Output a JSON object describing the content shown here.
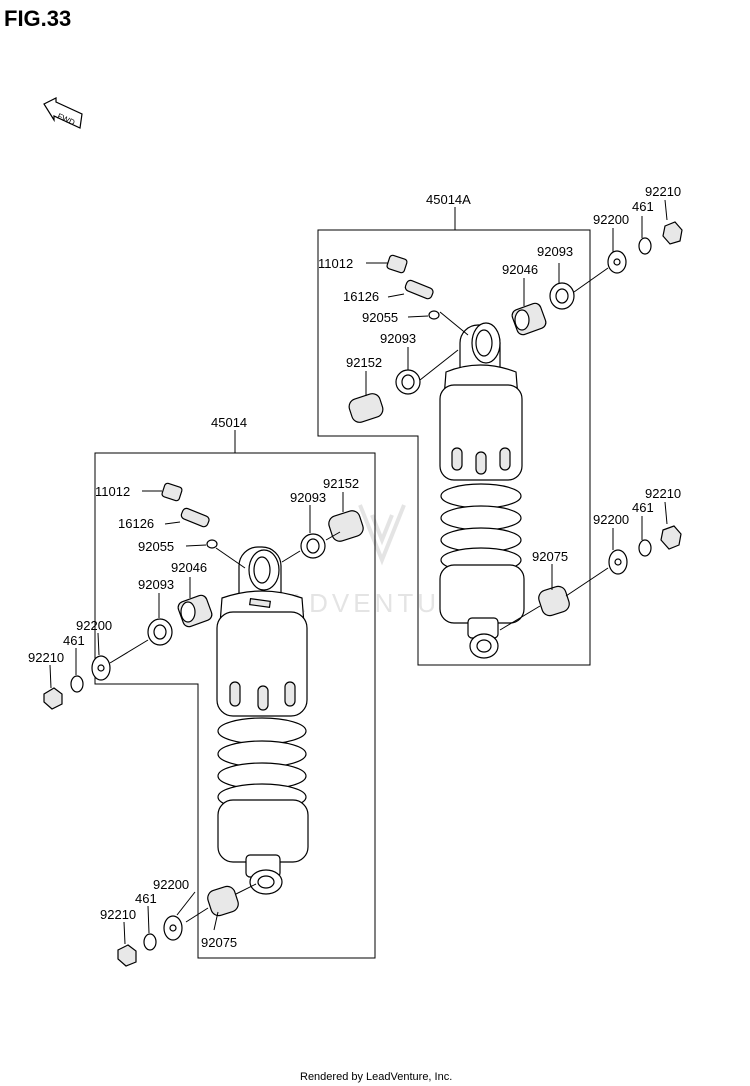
{
  "figure": {
    "title": "FIG.33",
    "footer": "Rendered by LeadVenture, Inc.",
    "watermark": "LEADVENTURE",
    "fwd_label": "FWD"
  },
  "assemblies": [
    {
      "part": "45014A",
      "labels": [
        "11012",
        "16126",
        "92055",
        "92093",
        "92152",
        "92046",
        "92093",
        "92200",
        "461",
        "92210",
        "92075",
        "92200",
        "461",
        "92210"
      ]
    },
    {
      "part": "45014",
      "labels": [
        "11012",
        "16126",
        "92055",
        "92046",
        "92093",
        "92093",
        "92152",
        "92200",
        "461",
        "92210",
        "92200",
        "461",
        "92210",
        "92075"
      ]
    }
  ]
}
